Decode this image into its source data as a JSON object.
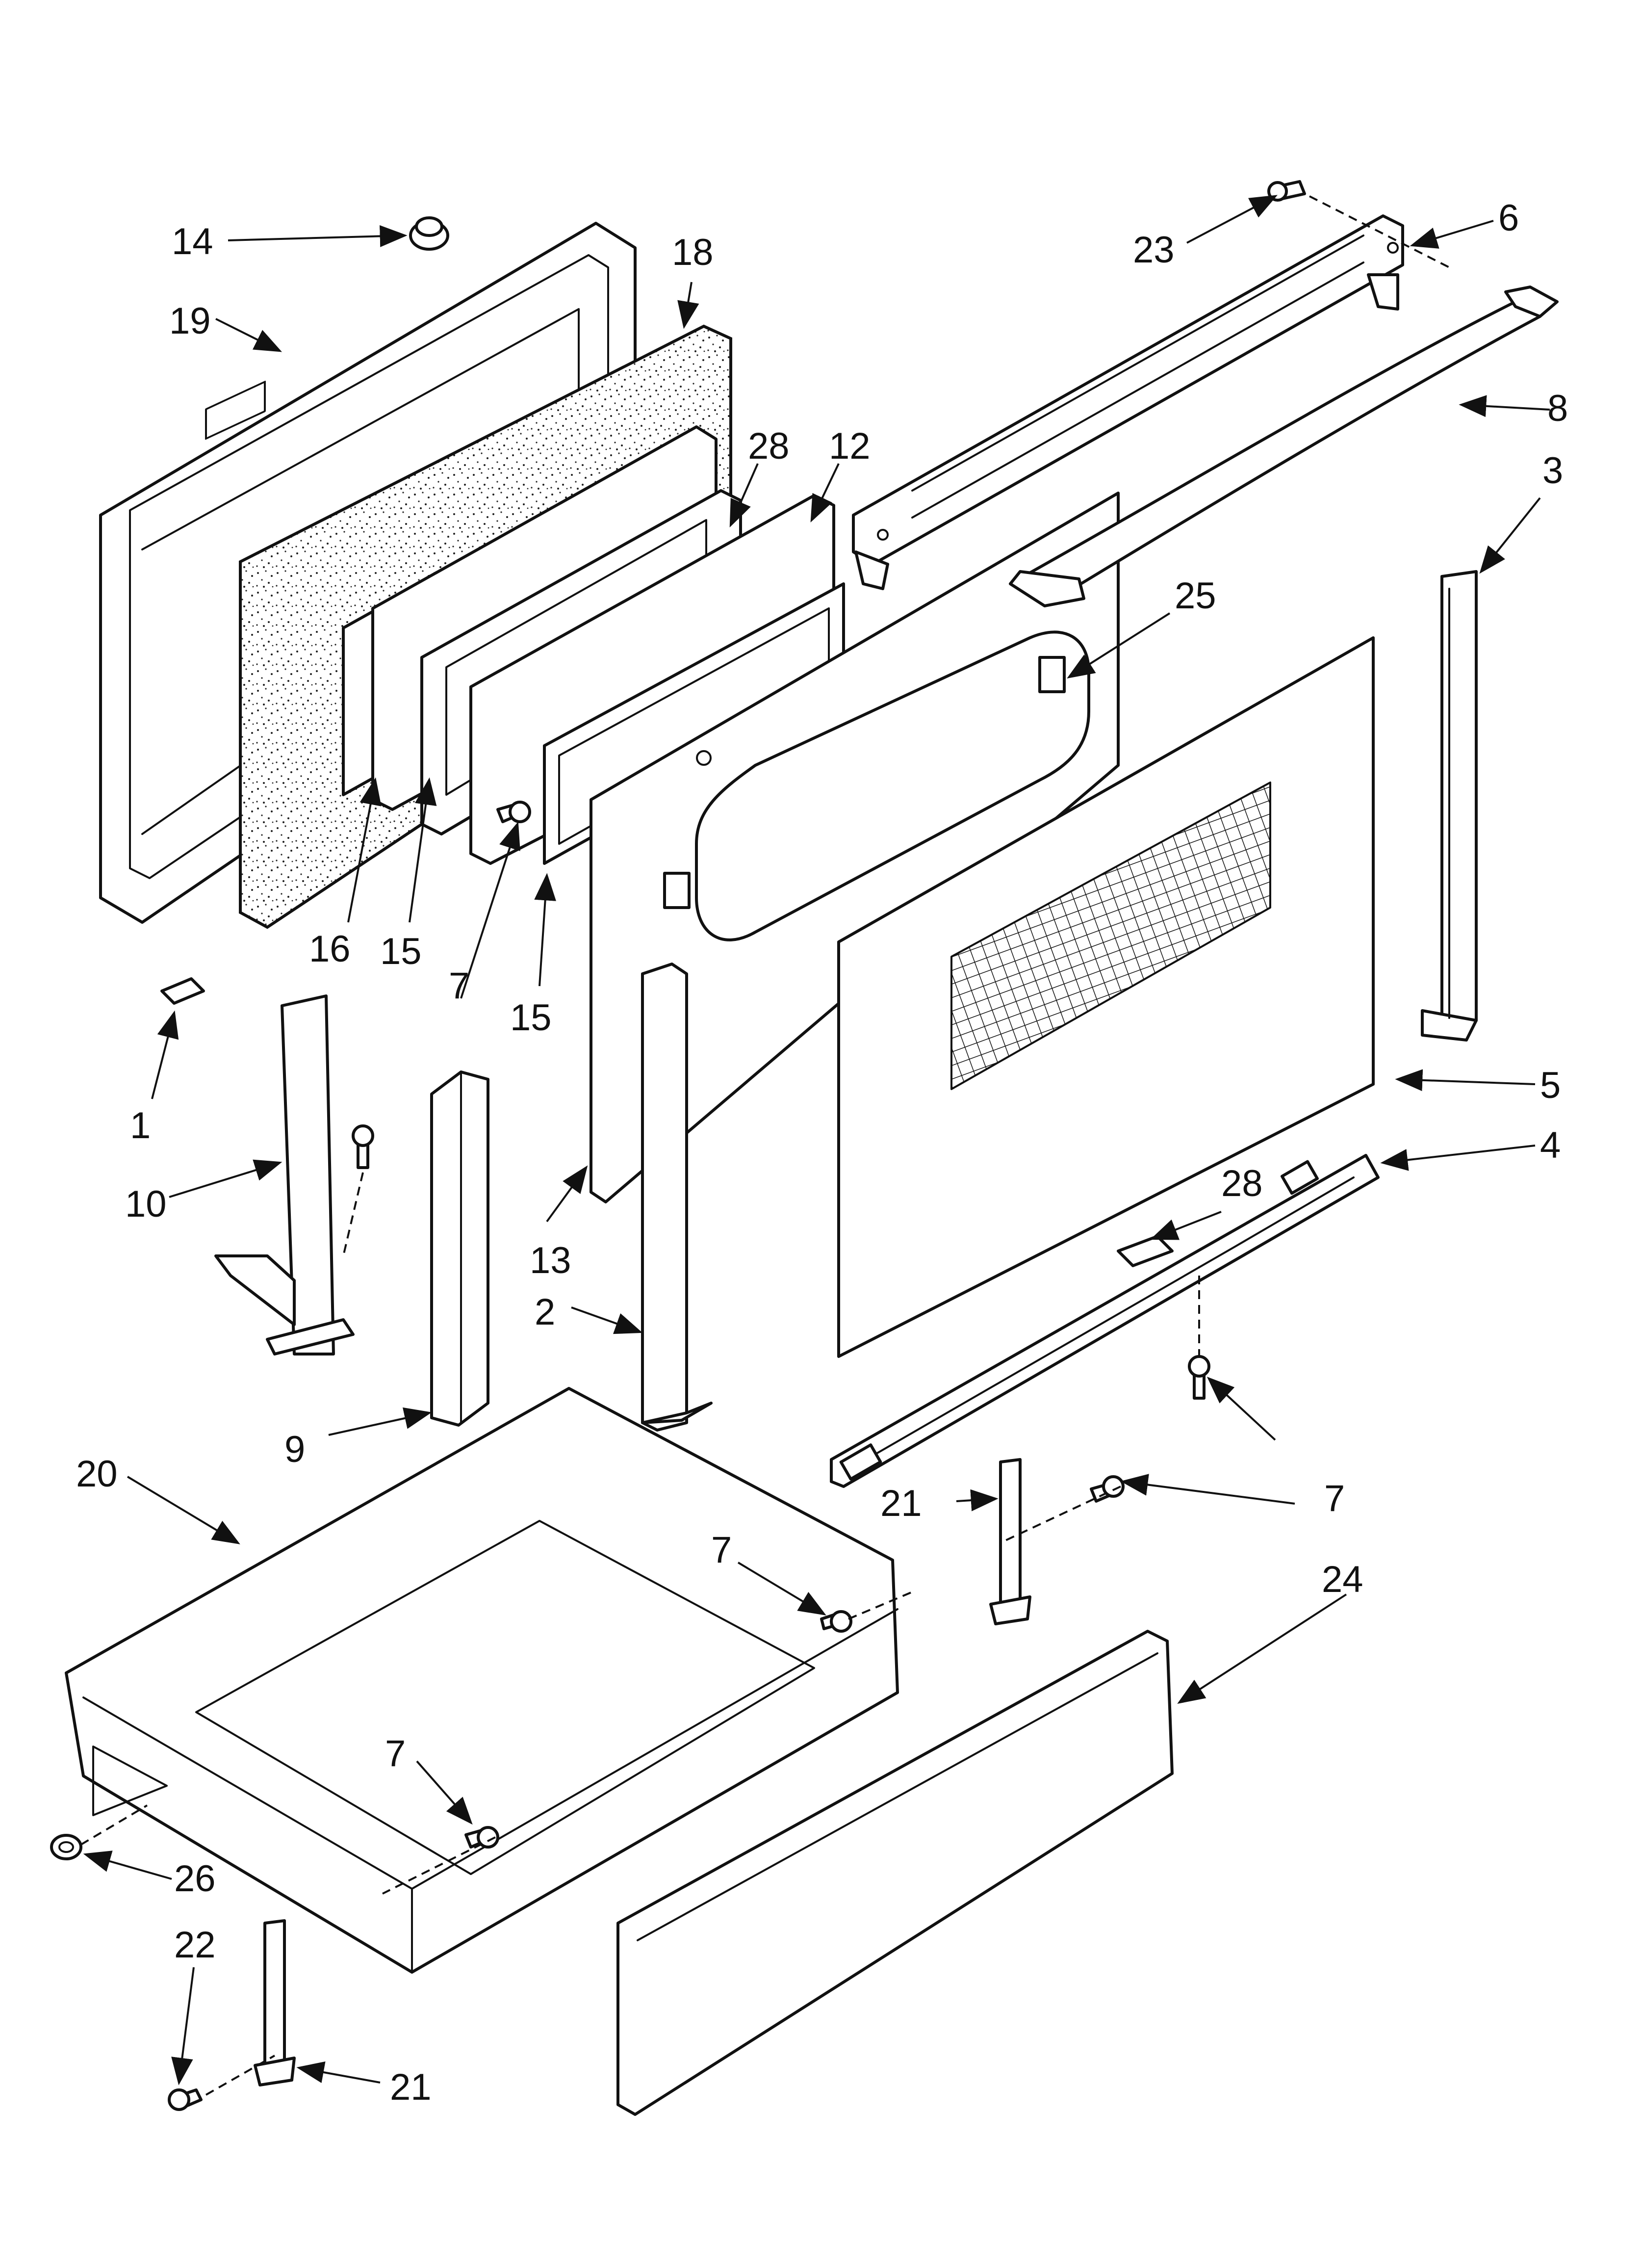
{
  "diagram": {
    "type": "exploded-parts-diagram",
    "callouts": [
      {
        "id": "c14a",
        "label": "14"
      },
      {
        "id": "c19",
        "label": "19"
      },
      {
        "id": "c18",
        "label": "18"
      },
      {
        "id": "c28a",
        "label": "28"
      },
      {
        "id": "c12",
        "label": "12"
      },
      {
        "id": "c23",
        "label": "23"
      },
      {
        "id": "c6",
        "label": "6"
      },
      {
        "id": "c8",
        "label": "8"
      },
      {
        "id": "c3",
        "label": "3"
      },
      {
        "id": "c25",
        "label": "25"
      },
      {
        "id": "c16",
        "label": "16"
      },
      {
        "id": "c15a",
        "label": "15"
      },
      {
        "id": "c7a",
        "label": "7"
      },
      {
        "id": "c15b",
        "label": "15"
      },
      {
        "id": "c1",
        "label": "1"
      },
      {
        "id": "c10",
        "label": "10"
      },
      {
        "id": "c5",
        "label": "5"
      },
      {
        "id": "c4",
        "label": "4"
      },
      {
        "id": "c28b",
        "label": "28"
      },
      {
        "id": "c13",
        "label": "13"
      },
      {
        "id": "c2",
        "label": "2"
      },
      {
        "id": "c9",
        "label": "9"
      },
      {
        "id": "c20",
        "label": "20"
      },
      {
        "id": "c7b",
        "label": "7"
      },
      {
        "id": "c21a",
        "label": "21"
      },
      {
        "id": "c7c",
        "label": "7"
      },
      {
        "id": "c24",
        "label": "24"
      },
      {
        "id": "c7d",
        "label": "7"
      },
      {
        "id": "c26",
        "label": "26"
      },
      {
        "id": "c22",
        "label": "22"
      },
      {
        "id": "c21b",
        "label": "21"
      }
    ]
  }
}
